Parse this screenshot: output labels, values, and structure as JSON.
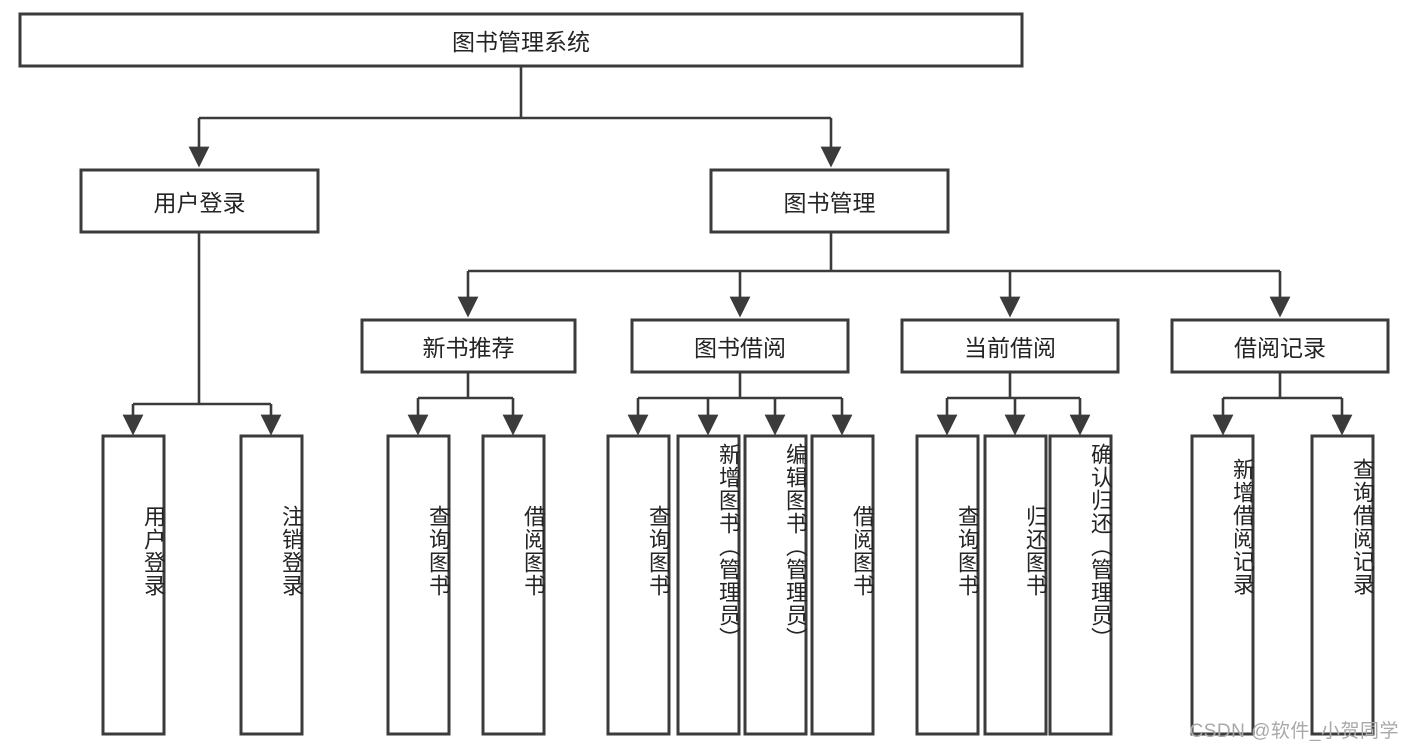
{
  "diagram": {
    "title_node": {
      "label": "图书管理系统"
    },
    "level2": [
      {
        "label": "用户登录"
      },
      {
        "label": "图书管理"
      }
    ],
    "level3": [
      {
        "label": "新书推荐"
      },
      {
        "label": "图书借阅"
      },
      {
        "label": "当前借阅"
      },
      {
        "label": "借阅记录"
      }
    ],
    "leaves": [
      {
        "label": "用户登录",
        "parent": "用户登录"
      },
      {
        "label": "注销登录",
        "parent": "用户登录"
      },
      {
        "label": "查询图书",
        "parent": "新书推荐"
      },
      {
        "label": "借阅图书",
        "parent": "新书推荐"
      },
      {
        "label": "查询图书",
        "parent": "图书借阅"
      },
      {
        "label": "新增图书（管理员）",
        "parent": "图书借阅"
      },
      {
        "label": "编辑图书（管理员）",
        "parent": "图书借阅"
      },
      {
        "label": "借阅图书",
        "parent": "图书借阅"
      },
      {
        "label": "查询图书",
        "parent": "当前借阅"
      },
      {
        "label": "归还图书",
        "parent": "当前借阅"
      },
      {
        "label": "确认归还（管理员）",
        "parent": "当前借阅"
      },
      {
        "label": "新增借阅记录",
        "parent": "借阅记录"
      },
      {
        "label": "查询借阅记录",
        "parent": "借阅记录"
      }
    ]
  },
  "watermark": {
    "text": "CSDN @软件_小贺同学"
  },
  "colors": {
    "box_stroke": "#3b3b3b",
    "background": "#ffffff",
    "text": "#242424",
    "watermark": "#a9a9a9"
  }
}
